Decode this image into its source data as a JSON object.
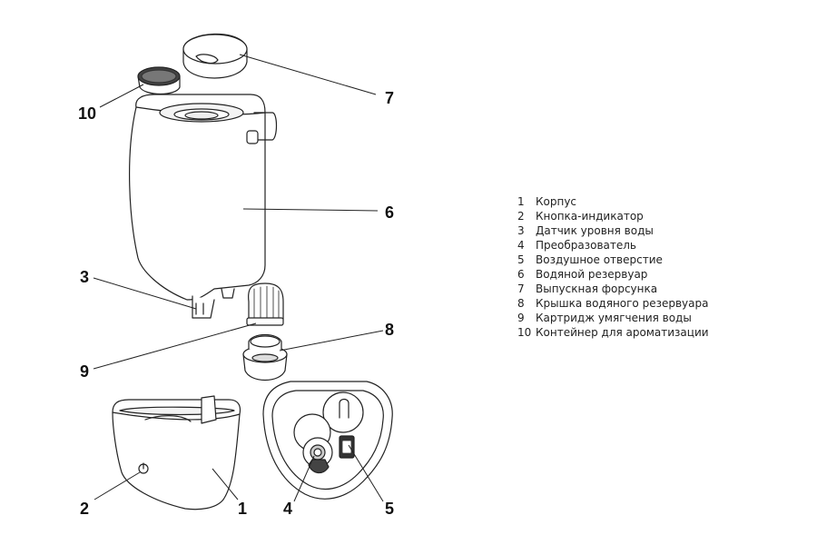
{
  "callouts": [
    {
      "number": "1"
    },
    {
      "number": "2"
    },
    {
      "number": "3"
    },
    {
      "number": "4"
    },
    {
      "number": "5"
    },
    {
      "number": "6"
    },
    {
      "number": "7"
    },
    {
      "number": "8"
    },
    {
      "number": "9"
    },
    {
      "number": "10"
    }
  ],
  "legend": [
    {
      "number": "1",
      "label": "Корпус"
    },
    {
      "number": "2",
      "label": "Кнопка-индикатор"
    },
    {
      "number": "3",
      "label": "Датчик уровня воды"
    },
    {
      "number": "4",
      "label": "Преобразователь"
    },
    {
      "number": "5",
      "label": "Воздушное отверстие"
    },
    {
      "number": "6",
      "label": "Водяной резервуар"
    },
    {
      "number": "7",
      "label": "Выпускная форсунка"
    },
    {
      "number": "8",
      "label": "Крышка водяного резервуара"
    },
    {
      "number": "9",
      "label": "Картридж умягчения воды"
    },
    {
      "number": "10",
      "label": "Контейнер для ароматизации"
    }
  ]
}
